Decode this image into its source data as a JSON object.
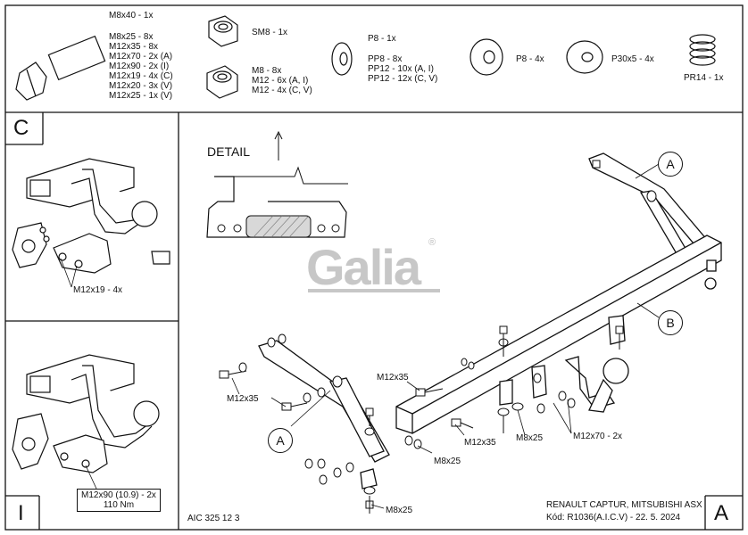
{
  "hardware_list": {
    "bolt_main": [
      "M8x40 - 1x"
    ],
    "bolt_list": [
      "M8x25 - 8x",
      "M12x35 - 8x",
      "M12x70 - 2x (A)",
      "M12x90 - 2x (I)",
      "M12x19 - 4x (C)",
      "M12x20 - 3x (V)",
      "M12x25 - 1x (V)"
    ],
    "nut_sm8": "SM8 - 1x",
    "nut_list": [
      "M8 - 8x",
      "M12 - 6x (A, I)",
      "M12 - 4x (C, V)"
    ],
    "washer_p8": "P8 - 1x",
    "washer_pp_list": [
      "PP8 - 8x",
      "PP12 - 10x (A, I)",
      "PP12 - 12x (C, V)"
    ],
    "washer_p8_flat": "P8 - 4x",
    "washer_p30": "P30x5 - 4x",
    "spring": "PR14 - 1x"
  },
  "variants": {
    "c": {
      "letter": "C",
      "callout": "M12x19 - 4x"
    },
    "i": {
      "letter": "I",
      "callout_line1": "M12x90 (10.9) - 2x",
      "callout_line2": "110 Nm"
    }
  },
  "main": {
    "detail_label": "DETAIL",
    "logo_text": "Galia",
    "logo_mark": "®",
    "callout_a": "A",
    "callout_b": "B",
    "labels": {
      "m12x35_top": "M12x35",
      "m12x35_left": "M12x35",
      "m12x35_mid": "M12x35",
      "m8x25_right": "M8x25",
      "m12x70": "M12x70 - 2x",
      "m8x25_low": "M8x25",
      "m8x25_bottom": "M8x25"
    }
  },
  "footer": {
    "doc_code": "AIC 325 12 3",
    "vehicle": "RENAULT CAPTUR, MITSUBISHI ASX",
    "code_line": "Kód: R1036(A.I.C.V) - 22. 5. 2024",
    "variant_letter": "A",
    "left_letter": "I"
  }
}
